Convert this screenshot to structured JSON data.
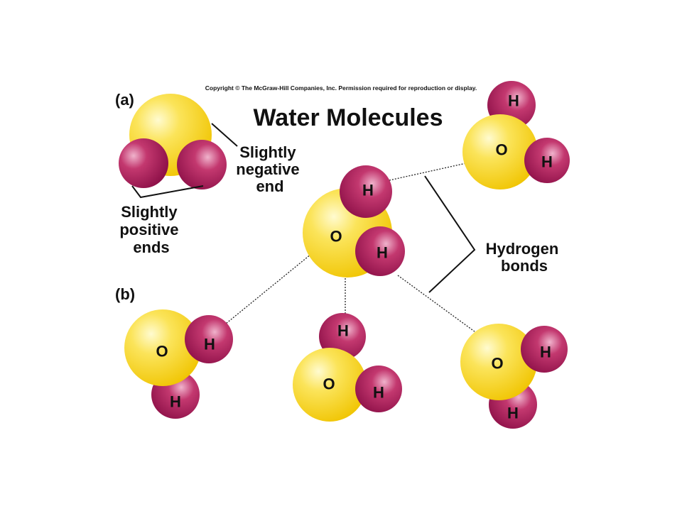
{
  "copyright": "Copyright © The McGraw-Hill Companies, Inc. Permission required for reproduction or display.",
  "title": "Water Molecules",
  "panel_a_label": "(a)",
  "panel_b_label": "(b)",
  "negative_end_lines": [
    "Slightly",
    "negative",
    "end"
  ],
  "positive_ends_lines": [
    "Slightly",
    "positive",
    "ends"
  ],
  "hydrogen_bonds_lines": [
    "Hydrogen",
    "bonds"
  ],
  "atom_oxygen": "O",
  "atom_hydrogen": "H",
  "colors": {
    "oxygen": "#f7d11e",
    "oxygen_light": "#fff7a8",
    "hydrogen": "#a8185a",
    "hydrogen_light": "#e79ab9",
    "text": "#111111"
  }
}
